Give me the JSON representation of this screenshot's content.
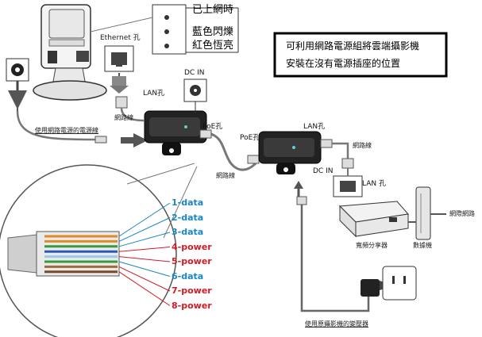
{
  "camera": {
    "ethernet_label": "Ethernet 孔",
    "status": [
      "已上網時",
      "藍色閃爍",
      "紅色恆亮"
    ]
  },
  "note": {
    "line1": "可利用網路電源組將雲端攝影機",
    "line2": "安裝在沒有電源插座的位置"
  },
  "injector1": {
    "lan_label": "LAN孔",
    "dcin_label": "DC IN",
    "poe_label": "PoE孔",
    "cable_label": "網路線"
  },
  "injector2": {
    "poe_label": "PoE孔",
    "lan_label": "LAN孔",
    "dcin_label": "DC IN",
    "cable_label": "網路線",
    "cable_label2": "網路線"
  },
  "network": {
    "lan_label": "LAN 孔",
    "router_label": "寬頻分享器",
    "modem_label": "數據機",
    "internet_label": "網際網路"
  },
  "power": {
    "left_caption": "使用網路電源的電源線",
    "bottom_caption": "使用原攝影機的變壓器"
  },
  "pins": [
    {
      "label": "1-data",
      "color": "#1a86c4"
    },
    {
      "label": "2-data",
      "color": "#1a86c4"
    },
    {
      "label": "3-data",
      "color": "#1a86c4"
    },
    {
      "label": "4-power",
      "color": "#d01c24"
    },
    {
      "label": "5-power",
      "color": "#d01c24"
    },
    {
      "label": "6-data",
      "color": "#1a86c4"
    },
    {
      "label": "7-power",
      "color": "#d01c24"
    },
    {
      "label": "8-power",
      "color": "#d01c24"
    }
  ]
}
